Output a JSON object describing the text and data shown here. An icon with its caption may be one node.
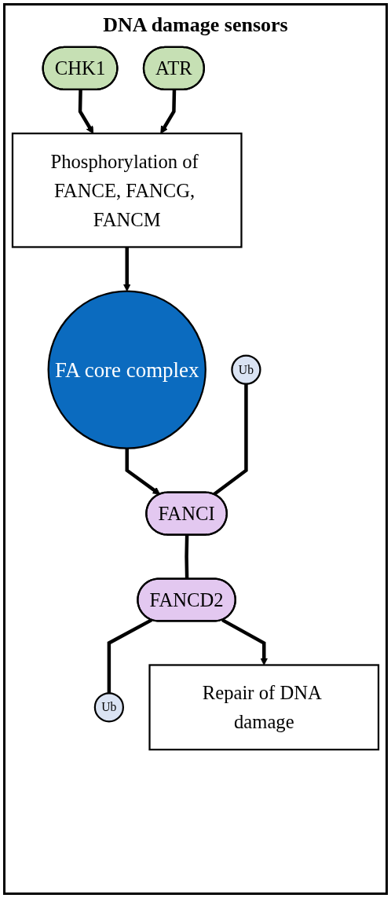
{
  "diagram": {
    "title": "DNA damage sensors",
    "nodes": [
      {
        "text": [
          "CHK1"
        ]
      },
      {
        "text": [
          "ATR"
        ]
      },
      {
        "text": [
          "Phosphorylation of FANCE, FANCG, FANCM"
        ]
      },
      {
        "text": [
          "FA core complex"
        ]
      },
      {
        "text": [
          "Ub"
        ]
      },
      {
        "text": [
          "FANCI"
        ]
      },
      {
        "text": [
          "FANCD2"
        ]
      },
      {
        "text": [
          "Ub"
        ]
      },
      {
        "text": [
          "Repair of DNA damage"
        ]
      }
    ],
    "edges": [
      {
        "from": 0,
        "to": 2,
        "arrow": "to"
      },
      {
        "from": 1,
        "to": 2,
        "arrow": "to"
      },
      {
        "from": 2,
        "to": 3,
        "arrow": "to"
      },
      {
        "from": 3,
        "to": 5,
        "arrow": "to"
      },
      {
        "from": 4,
        "to": 5,
        "arrow": "none"
      },
      {
        "from": 5,
        "to": 6,
        "arrow": "none"
      },
      {
        "from": 6,
        "to": 7,
        "arrow": "none"
      },
      {
        "from": 6,
        "to": 8,
        "arrow": "to"
      }
    ]
  }
}
